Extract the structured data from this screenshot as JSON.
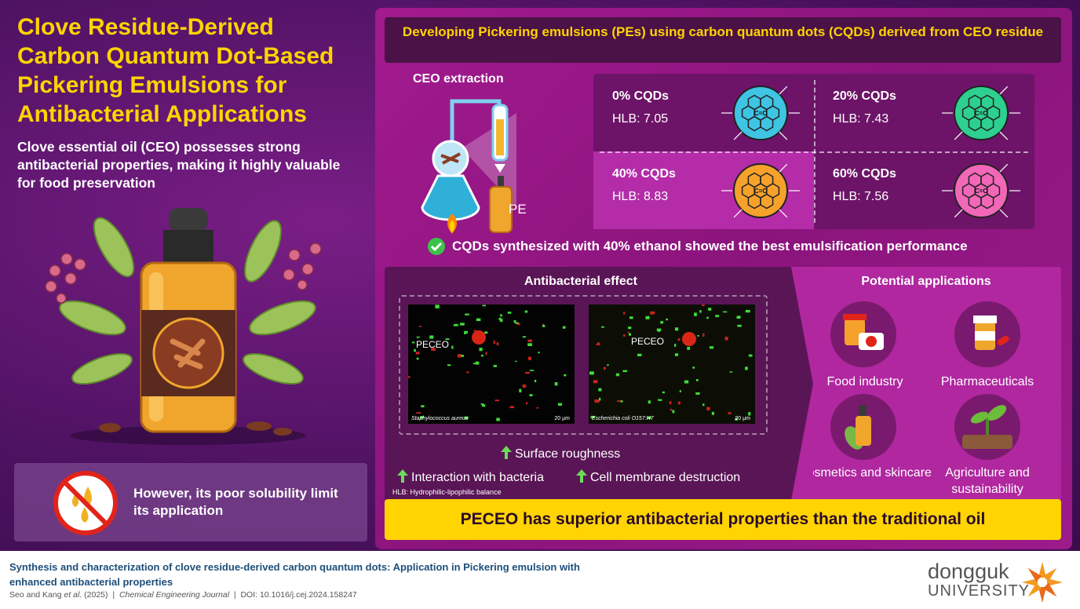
{
  "title": "Clove Residue-Derived Carbon Quantum Dot-Based Pickering Emulsions for Antibacterial Applications",
  "intro": "Clove essential oil (CEO) possesses strong antibacterial properties, making it highly valuable for food preservation",
  "limitation": "However, its poor solubility limit its application",
  "pe_header": "Developing Pickering emulsions (PEs) using carbon quantum dots (CQDs) derived from CEO residue",
  "cea_label": "CEO extraction",
  "pe_label": "PE",
  "cqds": [
    {
      "name": "0% CQDs",
      "hlb": "HLB: 7.05",
      "color": "#3fc4e3",
      "core": "C=C"
    },
    {
      "name": "20% CQDs",
      "hlb": "HLB: 7.43",
      "color": "#2ed08f",
      "core": "C=C"
    },
    {
      "name": "40% CQDs",
      "hlb": "HLB: 8.83",
      "color": "#f5a12c",
      "core": "C=C"
    },
    {
      "name": "60% CQDs",
      "hlb": "HLB: 7.56",
      "color": "#f267b8",
      "core": "C=C"
    }
  ],
  "best_result": "CQDs synthesized with 40% ethanol showed the best emulsification performance",
  "antibacterial": {
    "title": "Antibacterial effect",
    "images": [
      {
        "label": "PECEO",
        "species": "Staphylococcus aureus",
        "scale": "20 μm"
      },
      {
        "label": "PECEO",
        "species": "Escherichia coli O157:H7",
        "scale": "20 μm"
      }
    ],
    "effects": [
      "Surface roughness",
      "Interaction with bacteria",
      "Cell membrane destruction"
    ],
    "note": "HLB: Hydrophilic-lipophilic balance"
  },
  "applications": {
    "title": "Potential applications",
    "items": [
      "Food industry",
      "Pharmaceuticals",
      "Cosmetics and skincare",
      "Agriculture and sustainability"
    ]
  },
  "conclusion": "PECEO has superior antibacterial properties than the traditional oil",
  "footer": {
    "paper_title": "Synthesis and characterization of clove residue-derived carbon quantum dots: Application in Pickering emulsion with enhanced antibacterial properties",
    "authors": "Seo and Kang",
    "etal": "et al.",
    "year": "(2025)",
    "journal": "Chemical Engineering Journal",
    "doi": "DOI: 10.1016/j.cej.2024.158247",
    "separator": "|",
    "brand": "dongguk",
    "brand_sub": "UNIVERSITY"
  },
  "colors": {
    "title_yellow": "#ffd400",
    "panel_magenta": "#9c1b8c",
    "footer_blue": "#1d4f7a",
    "check_green": "#3cc24a"
  }
}
